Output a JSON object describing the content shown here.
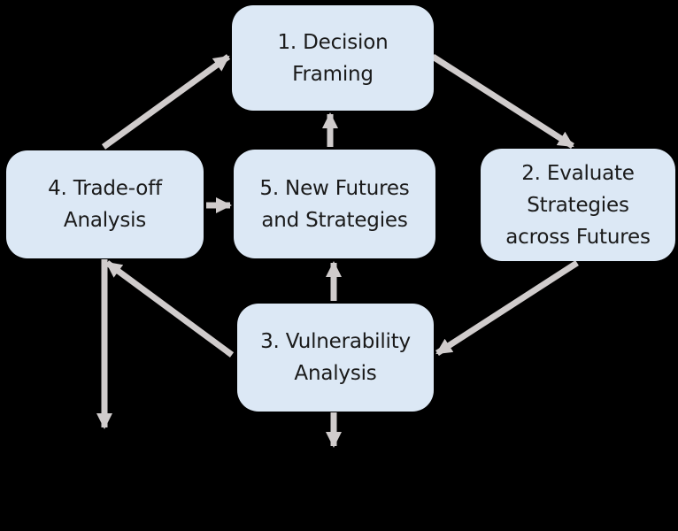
{
  "diagram": {
    "title": "Robust decision cycle diagram",
    "colors": {
      "background": "#000000",
      "box_fill": "#dce8f5",
      "text_color": "#1a1a1a",
      "arrow_color": "#d0cccc"
    },
    "nodes": [
      {
        "id": "decision-framing",
        "label": "1. Decision Framing",
        "lines": [
          "1. Decision",
          "Framing"
        ]
      },
      {
        "id": "evaluate-strategies",
        "label": "2. Evaluate Strategies across Futures",
        "lines": [
          "2. Evaluate",
          "Strategies",
          "across Futures"
        ]
      },
      {
        "id": "vulnerability",
        "label": "3. Vulnerability Analysis",
        "lines": [
          "3. Vulnerability",
          "Analysis"
        ]
      },
      {
        "id": "tradeoff",
        "label": "4. Trade-off Analysis",
        "lines": [
          "4. Trade-off",
          "Analysis"
        ]
      },
      {
        "id": "new-futures",
        "label": "5. New Futures and Strategies",
        "lines": [
          "5. New Futures",
          "and Strategies"
        ]
      }
    ],
    "edges": [
      {
        "from": "tradeoff",
        "to": "decision-framing",
        "style": "diagonal-up-right"
      },
      {
        "from": "decision-framing",
        "to": "evaluate-strategies",
        "style": "diagonal-down-right"
      },
      {
        "from": "evaluate-strategies",
        "to": "vulnerability",
        "style": "diagonal-down-left"
      },
      {
        "from": "vulnerability",
        "to": "tradeoff",
        "style": "diagonal-up-left"
      },
      {
        "from": "tradeoff",
        "to": "new-futures",
        "style": "horizontal-right"
      },
      {
        "from": "new-futures",
        "to": "decision-framing",
        "style": "vertical-up"
      },
      {
        "from": "vulnerability",
        "to": "new-futures",
        "style": "vertical-up"
      },
      {
        "from": "tradeoff",
        "to": "exit-down",
        "style": "vertical-down"
      },
      {
        "from": "vulnerability",
        "to": "exit-down",
        "style": "vertical-down"
      }
    ]
  }
}
